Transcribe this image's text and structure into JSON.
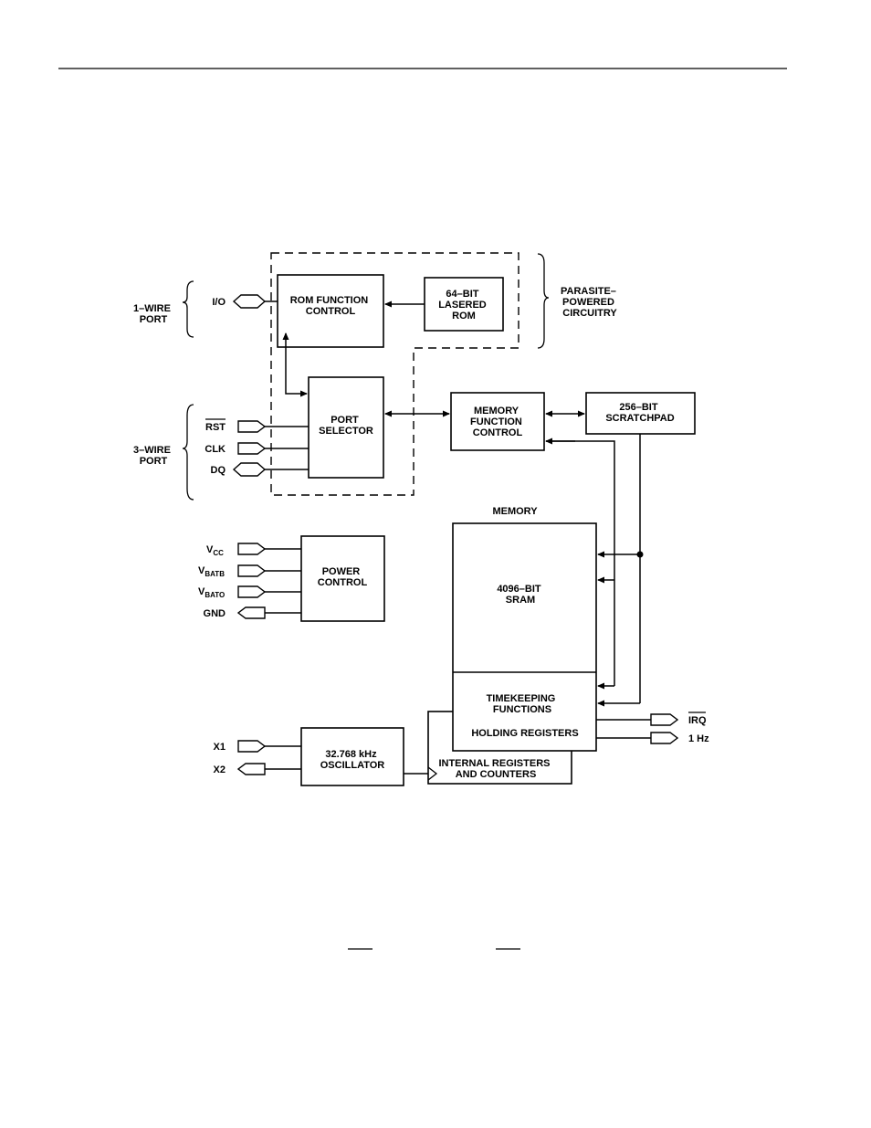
{
  "ports": {
    "one_wire": [
      "1–WIRE",
      "PORT"
    ],
    "three_wire": [
      "3–WIRE",
      "PORT"
    ],
    "parasite": [
      "PARASITE–",
      "POWERED",
      "CIRCUITRY"
    ]
  },
  "pins": {
    "io": "I/O",
    "rst": "RST",
    "clk": "CLK",
    "dq": "DQ",
    "vcc_main": "V",
    "vcc_sub": "CC",
    "vbatb_main": "V",
    "vbatb_sub": "BATB",
    "vbato_main": "V",
    "vbato_sub": "BATO",
    "gnd": "GND",
    "x1": "X1",
    "x2": "X2",
    "irq": "IRQ",
    "hz": "1 Hz"
  },
  "blocks": {
    "rom_function": [
      "ROM FUNCTION",
      "CONTROL"
    ],
    "lasered_rom": [
      "64–BIT",
      "LASERED",
      "ROM"
    ],
    "port_selector": [
      "PORT",
      "SELECTOR"
    ],
    "memory_function": [
      "MEMORY",
      "FUNCTION",
      "CONTROL"
    ],
    "scratchpad": [
      "256–BIT",
      "SCRATCHPAD"
    ],
    "memory_title": "MEMORY",
    "sram": [
      "4096–BIT",
      "SRAM"
    ],
    "timekeeping": [
      "TIMEKEEPING",
      "FUNCTIONS"
    ],
    "holding": "HOLDING REGISTERS",
    "power_control": [
      "POWER",
      "CONTROL"
    ],
    "oscillator": [
      "32.768 kHz",
      "OSCILLATOR"
    ],
    "internal_regs": [
      "INTERNAL REGISTERS",
      "AND COUNTERS"
    ]
  }
}
